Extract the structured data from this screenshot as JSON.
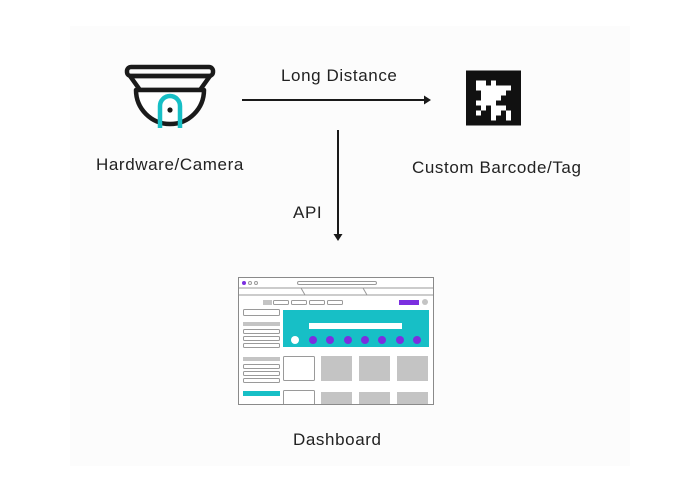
{
  "nodes": {
    "camera": {
      "label": "Hardware/Camera",
      "icon": "security-camera-icon"
    },
    "tag": {
      "label": "Custom Barcode/Tag",
      "icon": "fiducial-marker-icon"
    },
    "dashboard": {
      "label": "Dashboard",
      "icon": "dashboard-mockup-icon"
    }
  },
  "edges": [
    {
      "from": "camera",
      "to": "tag",
      "label": "Long Distance"
    },
    {
      "from": "tag-link",
      "to": "dashboard",
      "label": "API"
    }
  ],
  "colors": {
    "accent_teal": "#17bfc6",
    "accent_purple": "#7b2fe0",
    "stroke": "#1a1a1a",
    "wire_gray": "#c4c4c4"
  }
}
